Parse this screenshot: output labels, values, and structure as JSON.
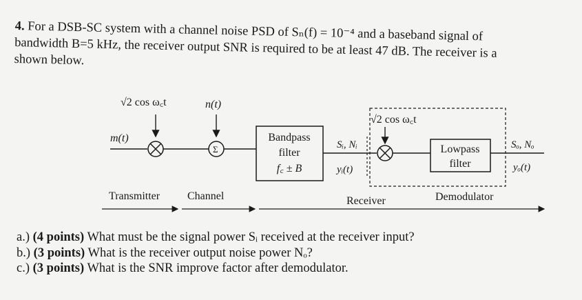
{
  "problem": {
    "number": "4.",
    "line1": "For a DSB-SC system with a channel noise PSD of Sₙ(f) = 10⁻⁴ and a baseband signal of",
    "line2": "bandwidth B=5 kHz, the receiver output SNR is required to be at least 47 dB. The receiver is a",
    "line3": "shown below."
  },
  "diagram": {
    "carrier_tx": "√2 cos ω꜀t",
    "noise": "n(t)",
    "input": "m(t)",
    "sum_symbol": "Σ",
    "bpf_line1": "Bandpass",
    "bpf_line2": "filter",
    "bpf_line3": "f꜀ ± B",
    "si_ni": "Sᵢ, Nᵢ",
    "yi": "yᵢ(t)",
    "carrier_rx": "√2 cos ω꜀t",
    "lpf_line1": "Lowpass",
    "lpf_line2": "filter",
    "so_no": "Sₒ, Nₒ",
    "yo": "yₒ(t)",
    "transmitter": "Transmitter",
    "channel": "Channel",
    "receiver": "Receiver",
    "demodulator": "Demodulator"
  },
  "questions": [
    {
      "label": "a.)",
      "points": "(4 points)",
      "text": "What must be the signal power Sᵢ received at the receiver input?"
    },
    {
      "label": "b.)",
      "points": "(3 points)",
      "text": "What is the receiver output noise power Nₒ?"
    },
    {
      "label": "c.)",
      "points": "(3 points)",
      "text": "What is the SNR improve factor after demodulator."
    }
  ]
}
